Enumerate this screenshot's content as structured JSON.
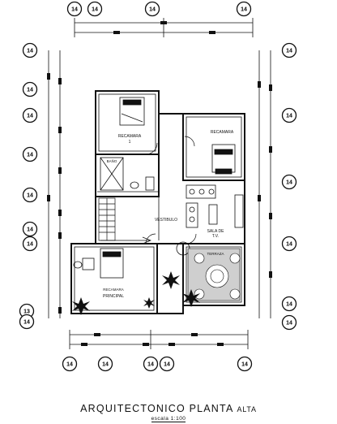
{
  "title": {
    "main": "ARQUITECTONICO PLANTA",
    "sub": "ALTA"
  },
  "scale": "escala 1:100",
  "grid_bubble_label": "14",
  "grid_bubble_label_alt": "13",
  "rooms": {
    "recamara_1": "RECAMARA",
    "recamara_1_num": "1",
    "recamara_2": "RECAMARA",
    "banio": "BAÑO",
    "vestibulo": "VESTIBULO",
    "sala_tv_1": "SALA DE",
    "sala_tv_2": "T.V.",
    "terraza": "TERRAZA",
    "principal_1": "RECAMARA",
    "principal_2": "PRINCIPAL"
  }
}
